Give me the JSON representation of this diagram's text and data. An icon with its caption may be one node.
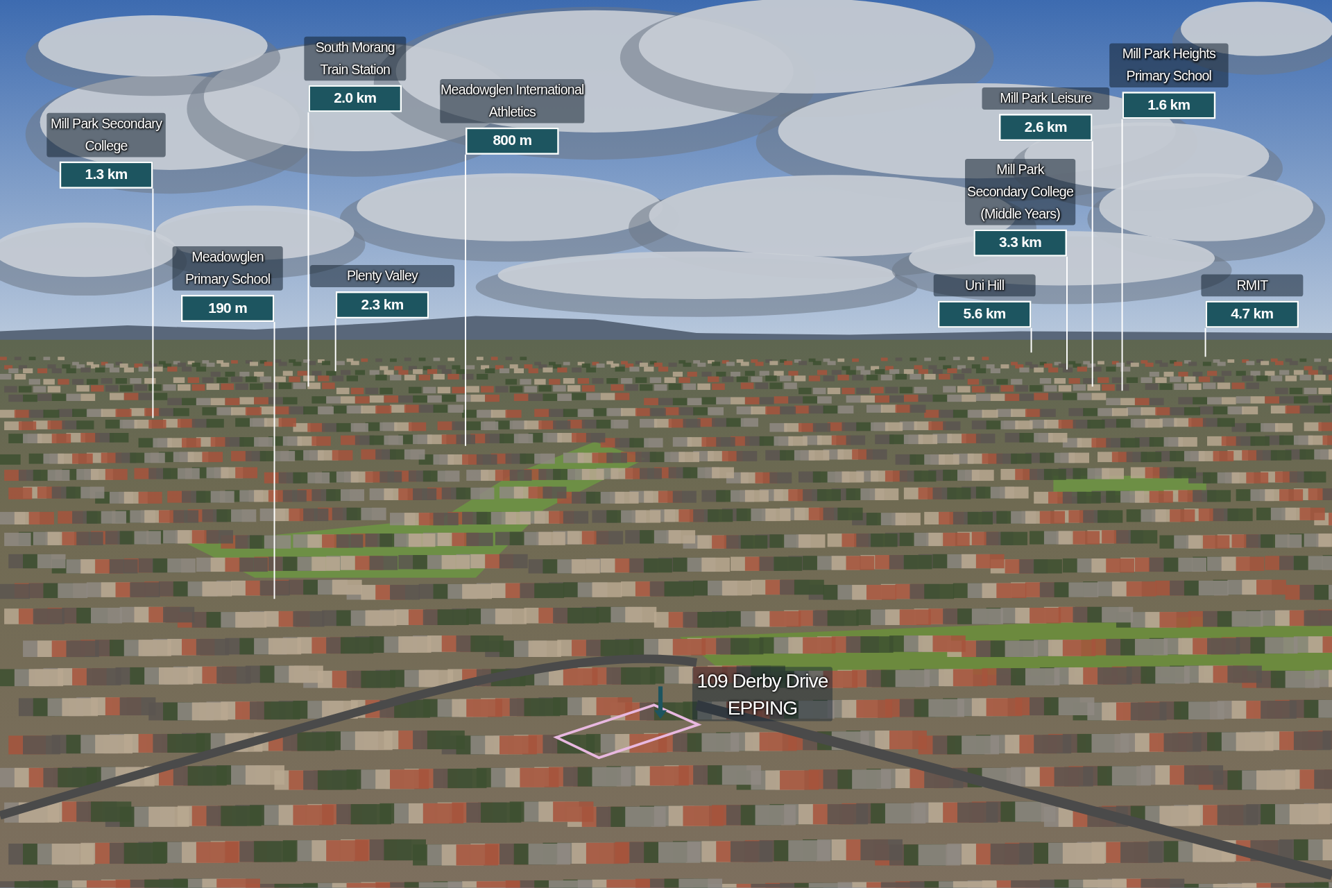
{
  "diagram": {
    "nodes": [
      {
        "text": [
          "South Morang Train Station",
          "2.0 km"
        ]
      },
      {
        "text": [
          "Mill Park Heights Primary School",
          "1.6 km"
        ]
      },
      {
        "text": [
          "Meadowglen International Athletics",
          "800 m"
        ]
      },
      {
        "text": [
          "Mill Park Leisure",
          "2.6 km"
        ]
      },
      {
        "text": [
          "Mill Park Secondary College",
          "1.3 km"
        ]
      },
      {
        "text": [
          "Mill Park Secondary College (Middle Years)",
          "3.3 km"
        ]
      },
      {
        "text": [
          "Meadowglen Primary School",
          "190 m"
        ]
      },
      {
        "text": [
          "Plenty Valley",
          "2.3 km"
        ]
      },
      {
        "text": [
          "Uni Hill",
          "5.6 km"
        ]
      },
      {
        "text": [
          "RMIT",
          "4.7 km"
        ]
      }
    ],
    "edges": [
      {
        "from": 0,
        "to": null,
        "arrow": "none"
      },
      {
        "from": 1,
        "to": null,
        "arrow": "none"
      },
      {
        "from": 2,
        "to": null,
        "arrow": "none"
      },
      {
        "from": 3,
        "to": null,
        "arrow": "none"
      },
      {
        "from": 4,
        "to": null,
        "arrow": "none"
      },
      {
        "from": 5,
        "to": null,
        "arrow": "none"
      },
      {
        "from": 6,
        "to": null,
        "arrow": "none"
      },
      {
        "from": 7,
        "to": null,
        "arrow": "none"
      },
      {
        "from": 8,
        "to": null,
        "arrow": "none"
      },
      {
        "from": 9,
        "to": null,
        "arrow": "none"
      }
    ],
    "labels": [
      "109 Derby Drive EPPING"
    ]
  }
}
